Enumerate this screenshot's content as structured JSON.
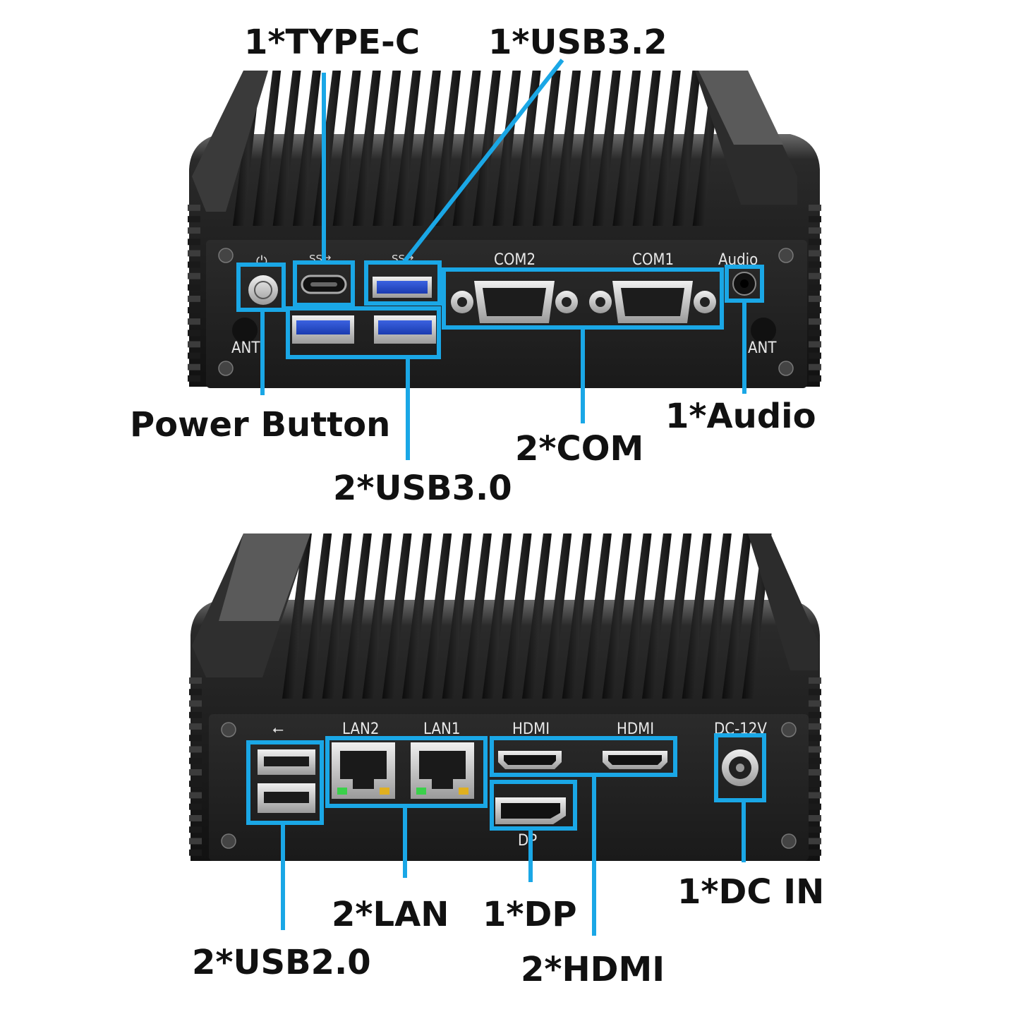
{
  "accent_color": "#1aa7e6",
  "top_view": {
    "callouts": {
      "type_c": "1*TYPE-C",
      "usb32": "1*USB3.2",
      "power_button": "Power Button",
      "usb30": "2*USB3.0",
      "com": "2*COM",
      "audio": "1*Audio"
    },
    "silkscreen": {
      "com2": "COM2",
      "com1": "COM1",
      "audio": "Audio",
      "ant_left": "ANT",
      "ant_right": "ANT"
    }
  },
  "bottom_view": {
    "callouts": {
      "usb20": "2*USB2.0",
      "lan": "2*LAN",
      "dp": "1*DP",
      "hdmi": "2*HDMI",
      "dc_in": "1*DC IN"
    },
    "silkscreen": {
      "lan2": "LAN2",
      "lan1": "LAN1",
      "hdmi_a": "HDMI",
      "hdmi_b": "HDMI",
      "dc": "DC-12V",
      "dp": "DP"
    }
  }
}
